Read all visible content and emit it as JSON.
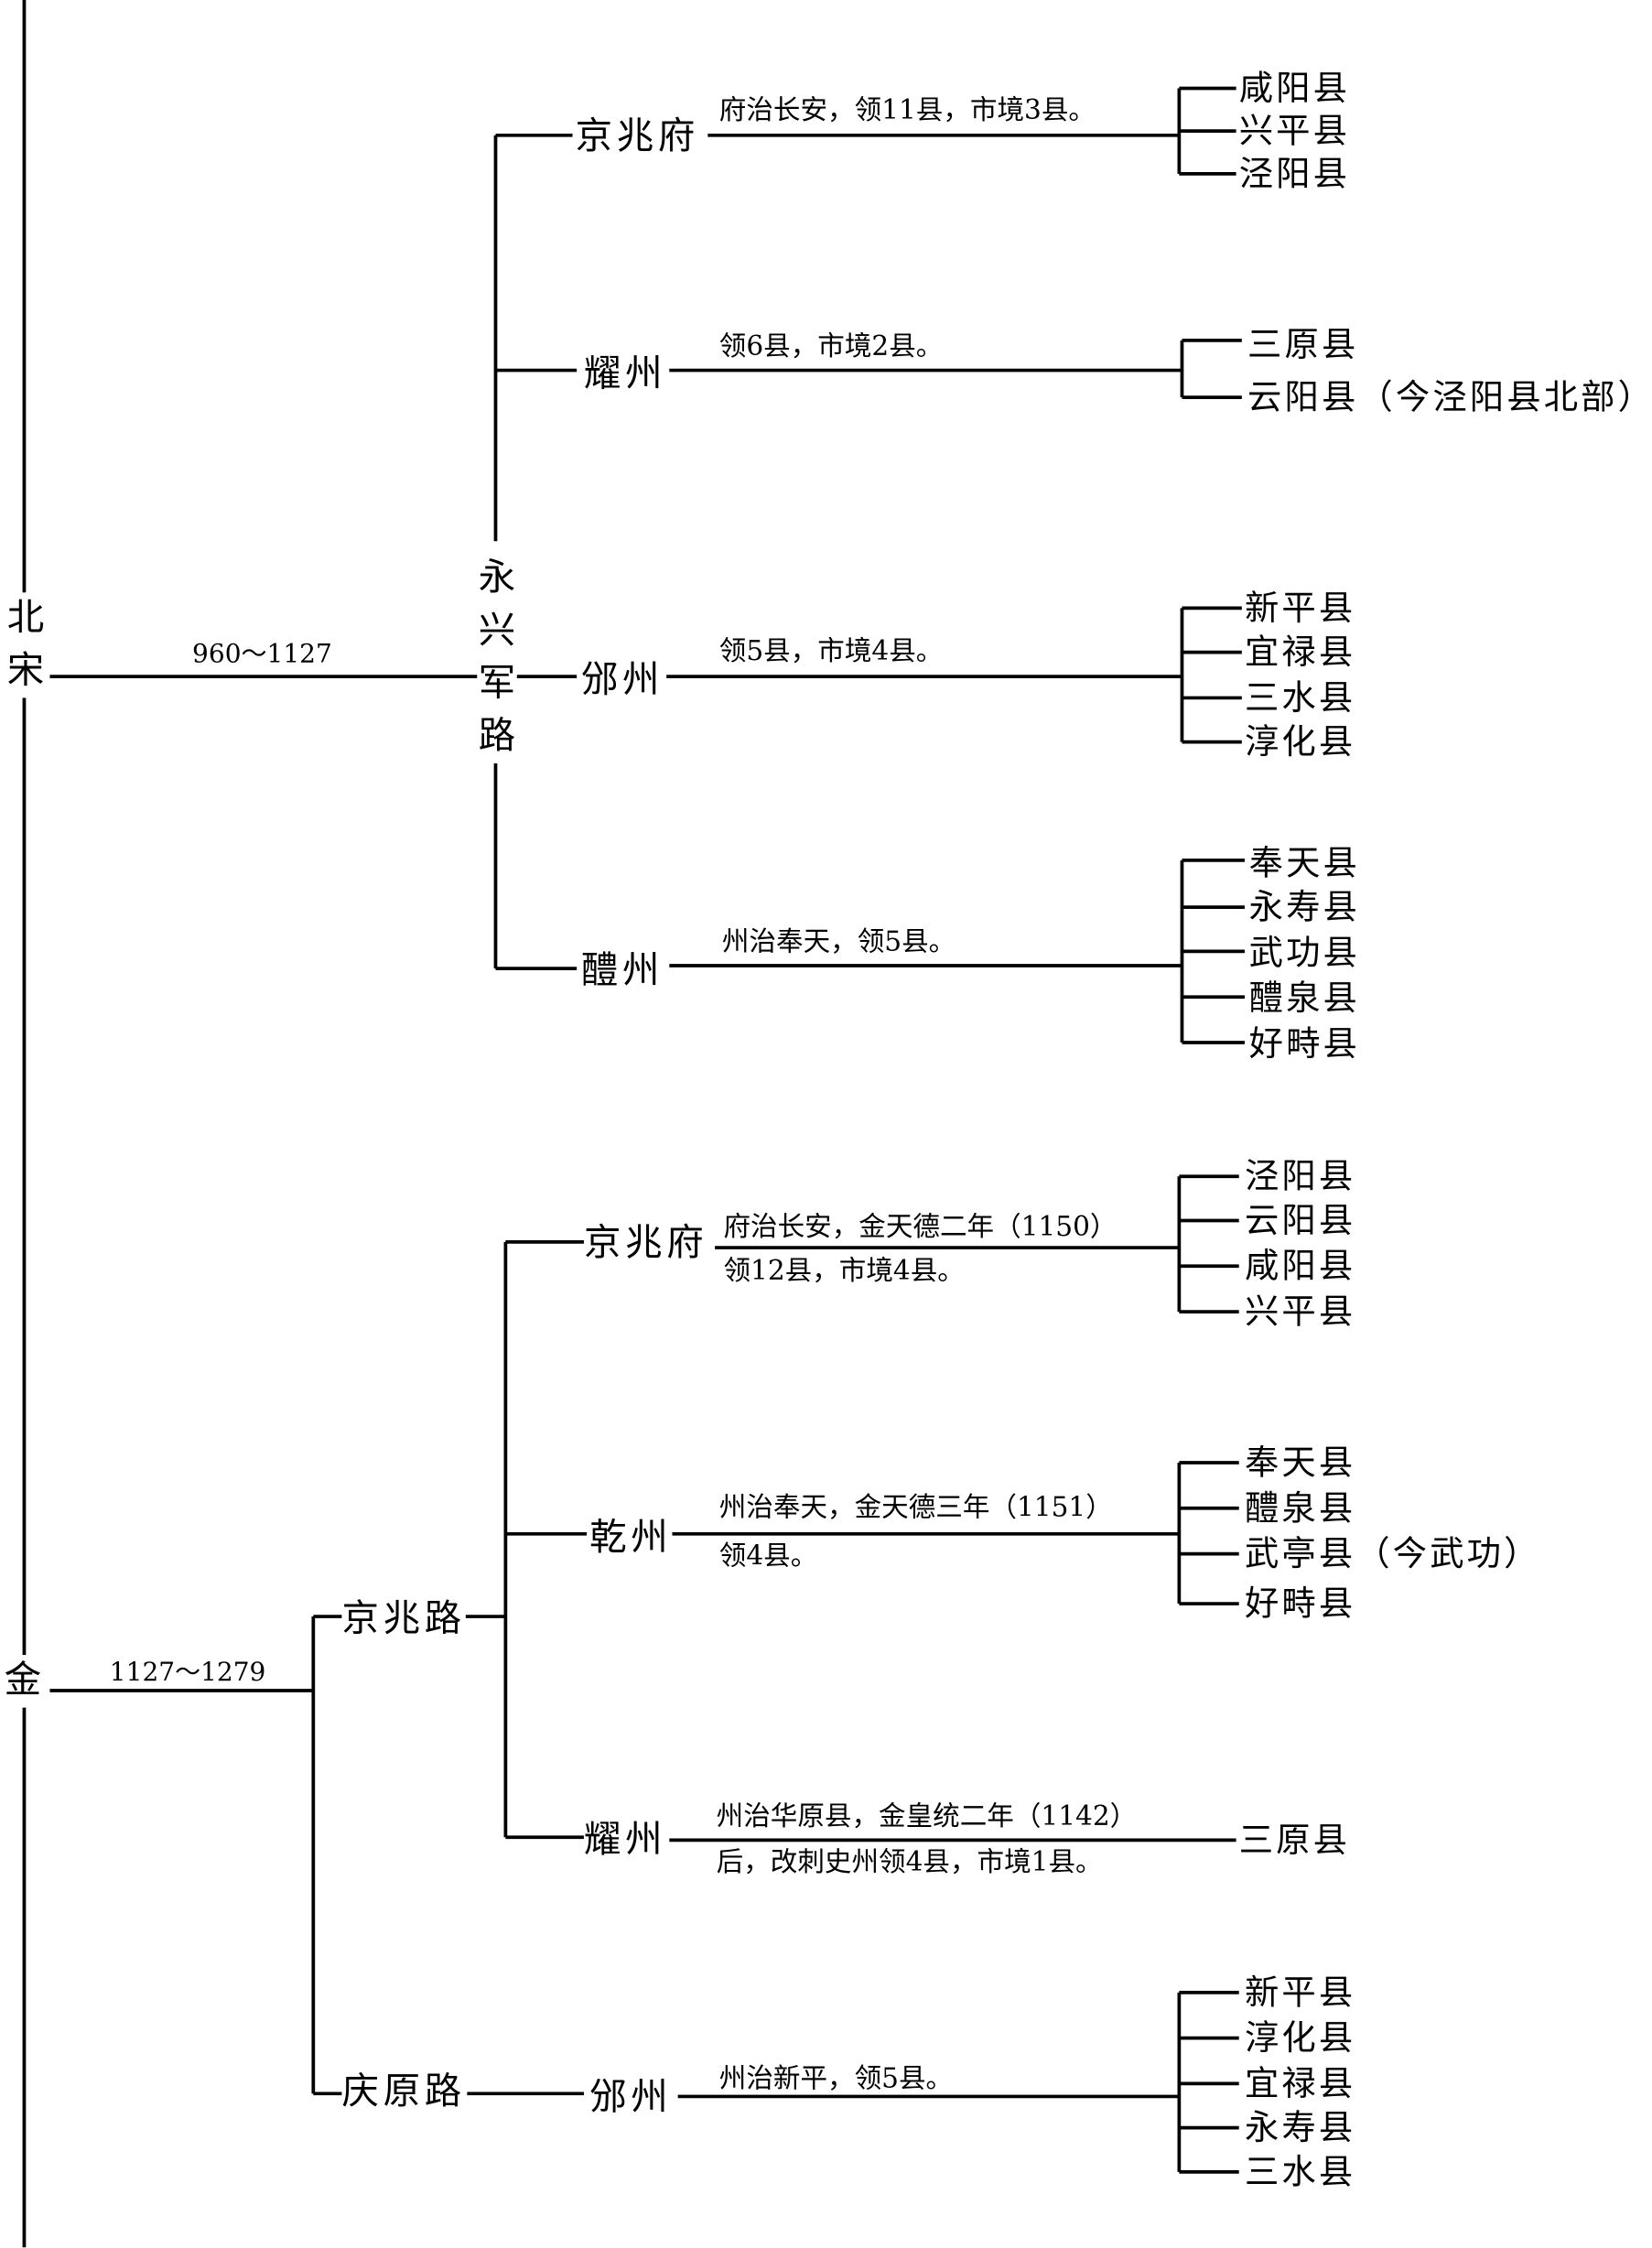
{
  "song": {
    "dynasty": "北宋",
    "years": "960～1127",
    "circuit": "永兴军路",
    "prefectures": [
      {
        "name": "京兆府",
        "note": "府治长安，领11县，市境3县。",
        "counties": [
          "咸阳县",
          "兴平县",
          "泾阳县"
        ]
      },
      {
        "name": "耀州",
        "note": "领6县，市境2县。",
        "counties": [
          "三原县",
          "云阳县（今泾阳县北部）"
        ]
      },
      {
        "name": "邠州",
        "note": "领5县，市境4县。",
        "counties": [
          "新平县",
          "宜禄县",
          "三水县",
          "淳化县"
        ]
      },
      {
        "name": "醴州",
        "note": "州治奉天，领5县。",
        "counties": [
          "奉天县",
          "永寿县",
          "武功县",
          "醴泉县",
          "好畤县"
        ]
      }
    ]
  },
  "jin": {
    "dynasty": "金",
    "years": "1127～1279",
    "circuits": [
      {
        "name": "京兆路",
        "prefectures": [
          {
            "name": "京兆府",
            "note_top": "府治长安，金天德二年（1150）",
            "note_bottom": "领12县，市境4县。",
            "counties": [
              "泾阳县",
              "云阳县",
              "咸阳县",
              "兴平县"
            ]
          },
          {
            "name": "乾州",
            "note_top": "州治奉天，金天德三年（1151）",
            "note_bottom": "领4县。",
            "counties": [
              "奉天县",
              "醴泉县",
              "武亭县（今武功）",
              "好畤县"
            ]
          },
          {
            "name": "耀州",
            "note_top": "州治华原县，金皇统二年（1142）",
            "note_bottom": "后，改刺史州领4县，市境1县。",
            "counties": [
              "三原县"
            ]
          }
        ]
      },
      {
        "name": "庆原路",
        "prefectures": [
          {
            "name": "邠州",
            "note": "州治新平，领5县。",
            "counties": [
              "新平县",
              "淳化县",
              "宜禄县",
              "永寿县",
              "三水县"
            ]
          }
        ]
      }
    ]
  }
}
